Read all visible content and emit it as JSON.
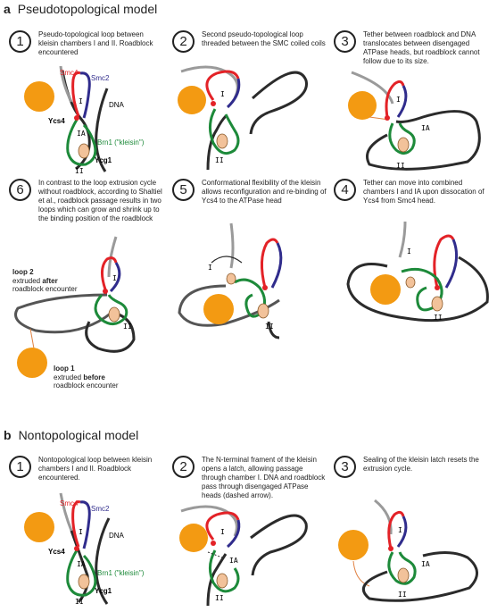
{
  "colors": {
    "smc4": "#e32227",
    "smc2": "#302c8c",
    "kleisin": "#1d8a3a",
    "dna": "#2b2b2b",
    "dna_gray": "#9a9a9a",
    "roadblock": "#f39a12",
    "ycs4_ycg1": "#f2c29a",
    "tether": "#e08040"
  },
  "section_a": {
    "letter": "a",
    "title": "Pseudotopological model",
    "panels": [
      {
        "number": "1",
        "caption": "Pseudo-topological loop between kleisin chambers I and II. Roadblock  encountered"
      },
      {
        "number": "2",
        "caption": "Second pseudo-topological loop threaded between the SMC coiled coils"
      },
      {
        "number": "3",
        "caption": "Tether between roadblock and DNA translocates between disengaged ATPase heads, but roadblock cannot follow due to its size."
      },
      {
        "number": "6",
        "caption": "In contrast to the loop extrusion cycle without roadblock, according to Shaltiel et al., roadblock passage results in two loops which can grow and shrink up to the binding position of the roadblock"
      },
      {
        "number": "5",
        "caption": "Conformational flexibility of the kleisin allows reconfiguration and re-binding of Ycs4 to the ATPase head"
      },
      {
        "number": "4",
        "caption": "Tether can move into combined chambers I and IA upon dissocation of Ycs4 from Smc4 head."
      }
    ],
    "labels": {
      "smc4": "Smc4",
      "smc2": "Smc2",
      "ycs4": "Ycs4",
      "dna": "DNA",
      "brn1": "Brn1 (\"kleisin\")",
      "ycg1": "Ycg1",
      "chamber_I": "I",
      "chamber_IA": "IA",
      "chamber_II": "II"
    },
    "loop2": {
      "title": "loop 2",
      "line1_prefix": "extruded ",
      "line1_bold": "after",
      "line2": "roadblock encounter"
    },
    "loop1": {
      "title": "loop 1",
      "line1_prefix": "extruded ",
      "line1_bold": "before",
      "line2": "roadblock encounter"
    }
  },
  "section_b": {
    "letter": "b",
    "title": "Nontopological model",
    "panels": [
      {
        "number": "1",
        "caption": "Nontopological loop between kleisin chambers I and II. Roadblock  encountered."
      },
      {
        "number": "2",
        "caption": "The N-terminal frament of the kleisin opens a latch, allowing passage through chamber I. DNA and roadblock pass through disengaged ATPase heads (dashed arrow)."
      },
      {
        "number": "3",
        "caption": "Sealing of the kleisin latch resets the extrusion cycle."
      }
    ],
    "labels": {
      "smc4": "Smc4",
      "smc2": "Smc2",
      "ycs4": "Ycs4",
      "dna": "DNA",
      "brn1": "Brn1 (\"kleisin\")",
      "ycg1": "Ycg1",
      "chamber_I": "I",
      "chamber_IA": "IA",
      "chamber_II": "II"
    }
  }
}
